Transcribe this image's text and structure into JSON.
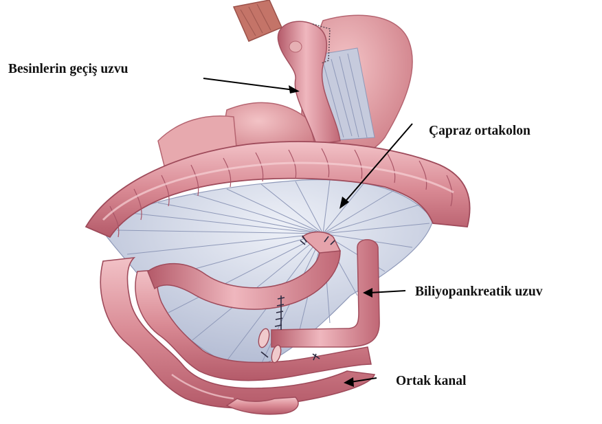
{
  "diagram": {
    "labels": {
      "alimentary_limb": "Besinlerin geçiş uzvu",
      "transverse_mesocolon": "Çapraz ortakolon",
      "biliopancreatic_limb": "Biliyopankreatik uzuv",
      "common_channel": "Ortak kanal"
    },
    "colors": {
      "intestine": "#d98a94",
      "intestine_dark": "#b95f6d",
      "intestine_light": "#efb8bf",
      "mesentery": "#c9d1e3",
      "mesentery_lines": "#8e98b8",
      "stomach": "#e2a0a6",
      "esophagus": "#c97a72",
      "arrow": "#000000",
      "suture": "#2a2a40"
    }
  }
}
